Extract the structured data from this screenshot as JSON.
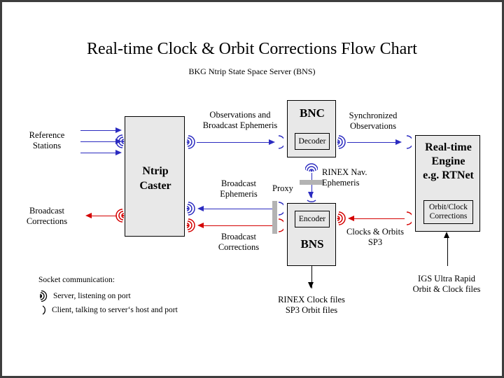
{
  "page": {
    "title": "Real-time Clock & Orbit Corrections Flow Chart",
    "subtitle": "BKG Ntrip State Space Server  (BNS)",
    "border_color": "#3d3d3d",
    "background": "#ffffff"
  },
  "colors": {
    "blue": "#2b2bc0",
    "red": "#d40000",
    "black": "#000000",
    "box_fill": "#e8e8e8",
    "proxy_gray": "#b3b3b3"
  },
  "boxes": {
    "ntrip_caster": {
      "title": "Ntrip\nCaster",
      "line1": "Ntrip",
      "line2": "Caster"
    },
    "bnc": {
      "title": "BNC",
      "sub": "Decoder"
    },
    "bns": {
      "title": "BNS",
      "sub": "Encoder"
    },
    "rt_engine": {
      "line1": "Real-time",
      "line2": "Engine",
      "line3": "e.g. RTNet",
      "sub_line1": "Orbit/Clock",
      "sub_line2": "Corrections"
    }
  },
  "labels": {
    "reference_stations_l1": "Reference",
    "reference_stations_l2": "Stations",
    "broadcast_corrections_left_l1": "Broadcast",
    "broadcast_corrections_left_l2": "Corrections",
    "observations_l1": "Observations and",
    "observations_l2": "Broadcast Ephemeris",
    "synchronized_l1": "Synchronized",
    "synchronized_l2": "Observations",
    "broadcast_ephemeris_l1": "Broadcast",
    "broadcast_ephemeris_l2": "Ephemeris",
    "broadcast_corrections_mid_l1": "Broadcast",
    "broadcast_corrections_mid_l2": "Corrections",
    "proxy": "Proxy",
    "rinex_nav_l1": "RINEX Nav.",
    "rinex_nav_l2": "Ephemeris",
    "clocks_orbits_l1": "Clocks & Orbits",
    "clocks_orbits_l2": "SP3",
    "rinex_clock_files_l1": "RINEX Clock files",
    "rinex_clock_files_l2": "SP3 Orbit files",
    "igs_l1": "IGS Ultra Rapid",
    "igs_l2": "Orbit & Clock files"
  },
  "legend": {
    "heading": "Socket communication:",
    "server": "Server, listening on port",
    "client": "Client, talking to server‘s host and port"
  }
}
